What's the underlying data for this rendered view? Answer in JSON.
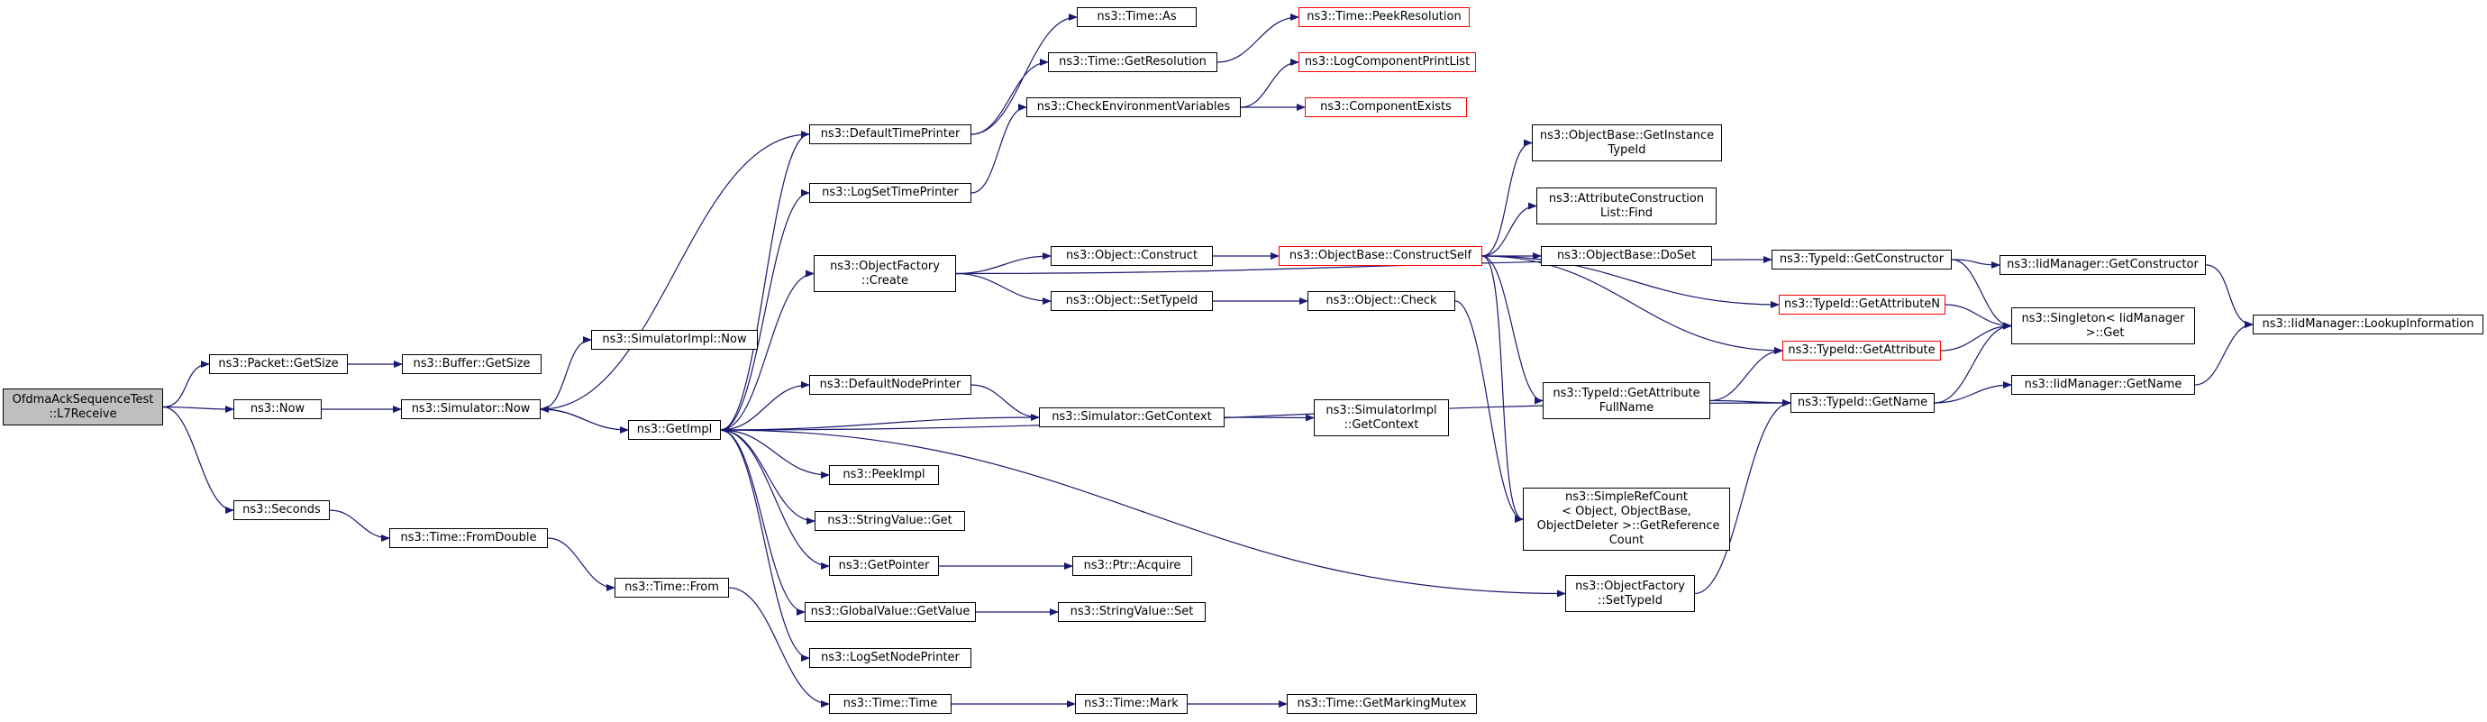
{
  "colors": {
    "edge": "#191970",
    "border": "#000000",
    "undocumented": "#ff0000",
    "root_fill": "#bfbfbf"
  },
  "nodes": [
    {
      "id": "root",
      "label": "OfdmaAckSequenceTest\n::L7Receive",
      "style": "root"
    },
    {
      "id": "packet_getsize",
      "label": "ns3::Packet::GetSize"
    },
    {
      "id": "buffer_getsize",
      "label": "ns3::Buffer::GetSize"
    },
    {
      "id": "now",
      "label": "ns3::Now"
    },
    {
      "id": "seconds",
      "label": "ns3::Seconds"
    },
    {
      "id": "simulatorimpl_now",
      "label": "ns3::SimulatorImpl::Now"
    },
    {
      "id": "simulator_now",
      "label": "ns3::Simulator::Now"
    },
    {
      "id": "getimpl",
      "label": "ns3::GetImpl"
    },
    {
      "id": "time_fromdouble",
      "label": "ns3::Time::FromDouble"
    },
    {
      "id": "time_from",
      "label": "ns3::Time::From"
    },
    {
      "id": "time_time",
      "label": "ns3::Time::Time"
    },
    {
      "id": "time_mark",
      "label": "ns3::Time::Mark"
    },
    {
      "id": "time_getmarkingmutex",
      "label": "ns3::Time::GetMarkingMutex"
    },
    {
      "id": "defaulttimeprinter",
      "label": "ns3::DefaultTimePrinter"
    },
    {
      "id": "logsettimeprinter",
      "label": "ns3::LogSetTimePrinter"
    },
    {
      "id": "objectfactory_create",
      "label": "ns3::ObjectFactory\n::Create"
    },
    {
      "id": "defaultnodeprinter",
      "label": "ns3::DefaultNodePrinter"
    },
    {
      "id": "peekimpl",
      "label": "ns3::PeekImpl"
    },
    {
      "id": "stringvalue_get",
      "label": "ns3::StringValue::Get"
    },
    {
      "id": "getpointer",
      "label": "ns3::GetPointer"
    },
    {
      "id": "globalvalue_getvalue",
      "label": "ns3::GlobalValue::GetValue"
    },
    {
      "id": "logsetnodeprinter",
      "label": "ns3::LogSetNodePrinter"
    },
    {
      "id": "time_as",
      "label": "ns3::Time::As"
    },
    {
      "id": "time_getresolution",
      "label": "ns3::Time::GetResolution"
    },
    {
      "id": "time_peekresolution",
      "label": "ns3::Time::PeekResolution",
      "style": "red"
    },
    {
      "id": "checkenv",
      "label": "ns3::CheckEnvironmentVariables"
    },
    {
      "id": "logcomponentprintlist",
      "label": "ns3::LogComponentPrintList",
      "style": "red"
    },
    {
      "id": "componentexists",
      "label": "ns3::ComponentExists",
      "style": "red"
    },
    {
      "id": "object_construct",
      "label": "ns3::Object::Construct"
    },
    {
      "id": "object_settypeid",
      "label": "ns3::Object::SetTypeId"
    },
    {
      "id": "objectbase_constructself",
      "label": "ns3::ObjectBase::ConstructSelf",
      "style": "red"
    },
    {
      "id": "object_check",
      "label": "ns3::Object::Check"
    },
    {
      "id": "simulator_getcontext",
      "label": "ns3::Simulator::GetContext"
    },
    {
      "id": "simulatorimpl_getcontext",
      "label": "ns3::SimulatorImpl\n::GetContext"
    },
    {
      "id": "ptr_acquire",
      "label": "ns3::Ptr::Acquire"
    },
    {
      "id": "stringvalue_set",
      "label": "ns3::StringValue::Set"
    },
    {
      "id": "objectbase_getinstancetypeid",
      "label": "ns3::ObjectBase::GetInstance\nTypeId"
    },
    {
      "id": "attributeconstructionlist_find",
      "label": "ns3::AttributeConstruction\nList::Find"
    },
    {
      "id": "objectbase_doset",
      "label": "ns3::ObjectBase::DoSet"
    },
    {
      "id": "typeid_getattributefullname",
      "label": "ns3::TypeId::GetAttribute\nFullName"
    },
    {
      "id": "simplerefcount_getreferencecount",
      "label": "ns3::SimpleRefCount\n< Object, ObjectBase,\n ObjectDeleter >::GetReference\nCount"
    },
    {
      "id": "objectfactory_settypeid",
      "label": "ns3::ObjectFactory\n::SetTypeId"
    },
    {
      "id": "typeid_getconstructor",
      "label": "ns3::TypeId::GetConstructor"
    },
    {
      "id": "typeid_getattributen",
      "label": "ns3::TypeId::GetAttributeN",
      "style": "red"
    },
    {
      "id": "typeid_getattribute",
      "label": "ns3::TypeId::GetAttribute",
      "style": "red"
    },
    {
      "id": "typeid_getname",
      "label": "ns3::TypeId::GetName"
    },
    {
      "id": "iidmanager_getconstructor",
      "label": "ns3::IidManager::GetConstructor"
    },
    {
      "id": "singleton_get",
      "label": "ns3::Singleton< IidManager\n >::Get"
    },
    {
      "id": "iidmanager_getname",
      "label": "ns3::IidManager::GetName"
    },
    {
      "id": "iidmanager_lookupinformation",
      "label": "ns3::IidManager::LookupInformation"
    }
  ],
  "edges": [
    [
      "root",
      "packet_getsize"
    ],
    [
      "root",
      "now"
    ],
    [
      "root",
      "seconds"
    ],
    [
      "packet_getsize",
      "buffer_getsize"
    ],
    [
      "now",
      "simulator_now"
    ],
    [
      "seconds",
      "time_fromdouble"
    ],
    [
      "simulator_now",
      "simulatorimpl_now"
    ],
    [
      "simulator_now",
      "getimpl"
    ],
    [
      "time_fromdouble",
      "time_from"
    ],
    [
      "time_from",
      "time_time"
    ],
    [
      "time_time",
      "time_mark"
    ],
    [
      "time_mark",
      "time_getmarkingmutex"
    ],
    [
      "getimpl",
      "defaulttimeprinter"
    ],
    [
      "getimpl",
      "logsettimeprinter"
    ],
    [
      "getimpl",
      "objectfactory_create"
    ],
    [
      "getimpl",
      "defaultnodeprinter"
    ],
    [
      "getimpl",
      "peekimpl"
    ],
    [
      "getimpl",
      "stringvalue_get"
    ],
    [
      "getimpl",
      "getpointer"
    ],
    [
      "getimpl",
      "globalvalue_getvalue"
    ],
    [
      "getimpl",
      "logsetnodeprinter"
    ],
    [
      "getimpl",
      "simulator_now"
    ],
    [
      "getimpl",
      "typeid_getname"
    ],
    [
      "getimpl",
      "objectfactory_settypeid"
    ],
    [
      "defaulttimeprinter",
      "time_as"
    ],
    [
      "defaulttimeprinter",
      "time_getresolution"
    ],
    [
      "defaulttimeprinter",
      "simulator_now"
    ],
    [
      "time_getresolution",
      "time_peekresolution"
    ],
    [
      "logsettimeprinter",
      "checkenv"
    ],
    [
      "checkenv",
      "logcomponentprintlist"
    ],
    [
      "checkenv",
      "componentexists"
    ],
    [
      "objectfactory_create",
      "object_construct"
    ],
    [
      "objectfactory_create",
      "object_settypeid"
    ],
    [
      "objectfactory_create",
      "typeid_getconstructor"
    ],
    [
      "object_construct",
      "objectbase_constructself"
    ],
    [
      "object_settypeid",
      "object_check"
    ],
    [
      "object_check",
      "simplerefcount_getreferencecount"
    ],
    [
      "defaultnodeprinter",
      "simulator_getcontext"
    ],
    [
      "simulator_getcontext",
      "simulatorimpl_getcontext"
    ],
    [
      "simulator_getcontext",
      "getimpl"
    ],
    [
      "getpointer",
      "ptr_acquire"
    ],
    [
      "globalvalue_getvalue",
      "stringvalue_set"
    ],
    [
      "objectbase_constructself",
      "objectbase_getinstancetypeid"
    ],
    [
      "objectbase_constructself",
      "attributeconstructionlist_find"
    ],
    [
      "objectbase_constructself",
      "objectbase_doset"
    ],
    [
      "objectbase_constructself",
      "typeid_getattributefullname"
    ],
    [
      "objectbase_constructself",
      "typeid_getattributen"
    ],
    [
      "objectbase_constructself",
      "typeid_getattribute"
    ],
    [
      "objectbase_constructself",
      "simplerefcount_getreferencecount"
    ],
    [
      "typeid_getattributefullname",
      "typeid_getattribute"
    ],
    [
      "typeid_getattributefullname",
      "typeid_getname"
    ],
    [
      "objectfactory_settypeid",
      "typeid_getname"
    ],
    [
      "typeid_getconstructor",
      "iidmanager_getconstructor"
    ],
    [
      "typeid_getconstructor",
      "singleton_get"
    ],
    [
      "typeid_getattributen",
      "singleton_get"
    ],
    [
      "typeid_getattribute",
      "singleton_get"
    ],
    [
      "typeid_getname",
      "singleton_get"
    ],
    [
      "typeid_getname",
      "iidmanager_getname"
    ],
    [
      "iidmanager_getconstructor",
      "iidmanager_lookupinformation"
    ],
    [
      "iidmanager_getname",
      "iidmanager_lookupinformation"
    ]
  ]
}
